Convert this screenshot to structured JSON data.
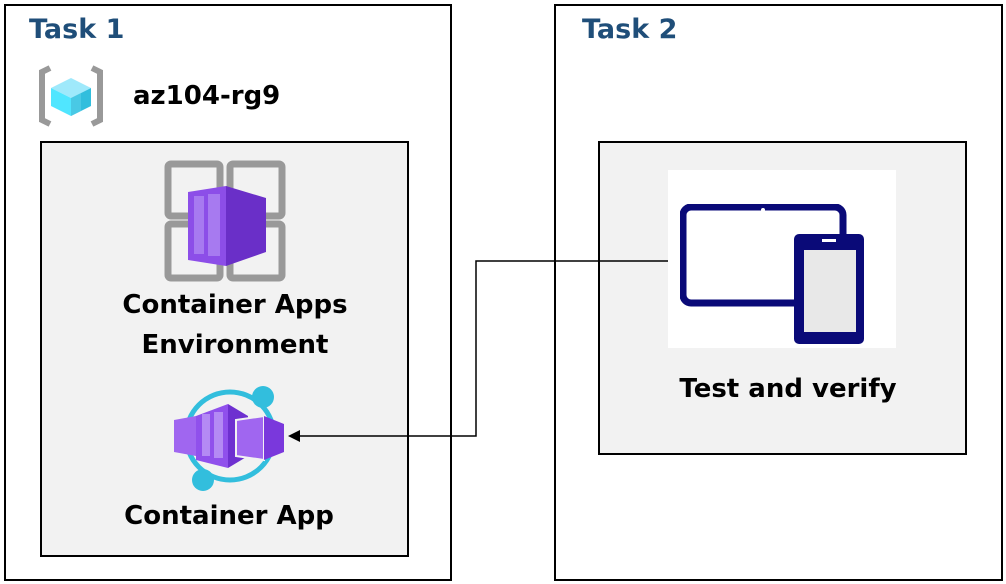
{
  "task1": {
    "title": "Task 1",
    "resource_group": {
      "name": "az104-rg9",
      "icon": "resource-group-icon"
    },
    "environment": {
      "label_line1": "Container Apps",
      "label_line2": "Environment",
      "icon": "container-apps-environment-icon"
    },
    "container_app": {
      "label": "Container App",
      "icon": "container-app-icon"
    }
  },
  "task2": {
    "title": "Task 2",
    "test": {
      "label": "Test and verify",
      "icon": "devices-icon"
    }
  },
  "colors": {
    "task_title": "#1f4e79",
    "inner_fill": "#f2f2f2",
    "purple": "#7b3fe4",
    "cyan": "#32bedd",
    "device_navy": "#0a0a78"
  }
}
